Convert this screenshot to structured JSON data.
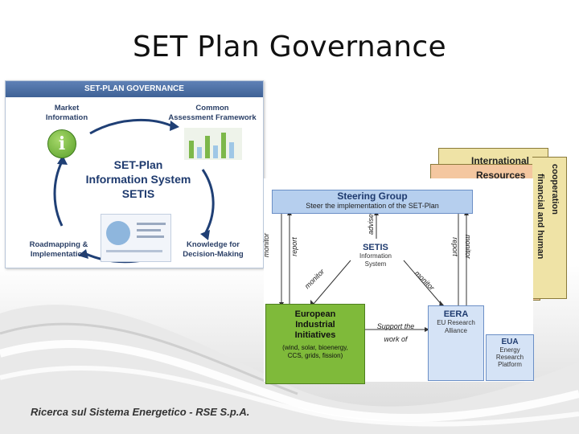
{
  "slide": {
    "title": "SET Plan Governance",
    "footer": "Ricerca sul Sistema Energetico - RSE S.p.A."
  },
  "left_diagram": {
    "header": "SET-PLAN GOVERNANCE",
    "market_information": [
      "Market",
      "Information"
    ],
    "common_framework": [
      "Common",
      "Assessment Framework"
    ],
    "center": [
      "SET-Plan",
      "Information System",
      "SETIS"
    ],
    "roadmapping": [
      "Roadmapping &",
      "Implementation"
    ],
    "knowledge": [
      "Knowledge for",
      "Decision-Making"
    ],
    "info_icon_glyph": "i"
  },
  "right_diagram": {
    "international": "International",
    "resources": "Resources",
    "vertical_cooperation": "cooperation",
    "vertical_financial": "financial and human",
    "steering_title": "Steering Group",
    "steering_sub": "Steer the implementation of the SET-Plan",
    "setis_title": "SETIS",
    "setis_sub": [
      "Information",
      "System"
    ],
    "advise": "advise",
    "monitor_left": "monitor",
    "report_left": "report",
    "report_right": "report",
    "monitor_right": "monitor",
    "monitor_center_left": "monitor",
    "monitor_center_right": "monitor",
    "eu_title": [
      "European",
      "Industrial",
      "Initiatives"
    ],
    "eu_sub": [
      "(wind, solar, bioenergy,",
      "CCS, grids, fission)"
    ],
    "support": [
      "Support the",
      "work of"
    ],
    "eera_title": "EERA",
    "eera_sub": [
      "EU Research",
      "Alliance"
    ],
    "eua_title": "EUA",
    "eua_sub": [
      "Energy",
      "Research",
      "Platform"
    ]
  },
  "colors": {
    "header_blue": "#3f6296",
    "steering_blue": "#b6cfee",
    "eu_green": "#7fba3a",
    "international_yellow": "#efe3a6",
    "resources_orange": "#f4c7a0"
  }
}
